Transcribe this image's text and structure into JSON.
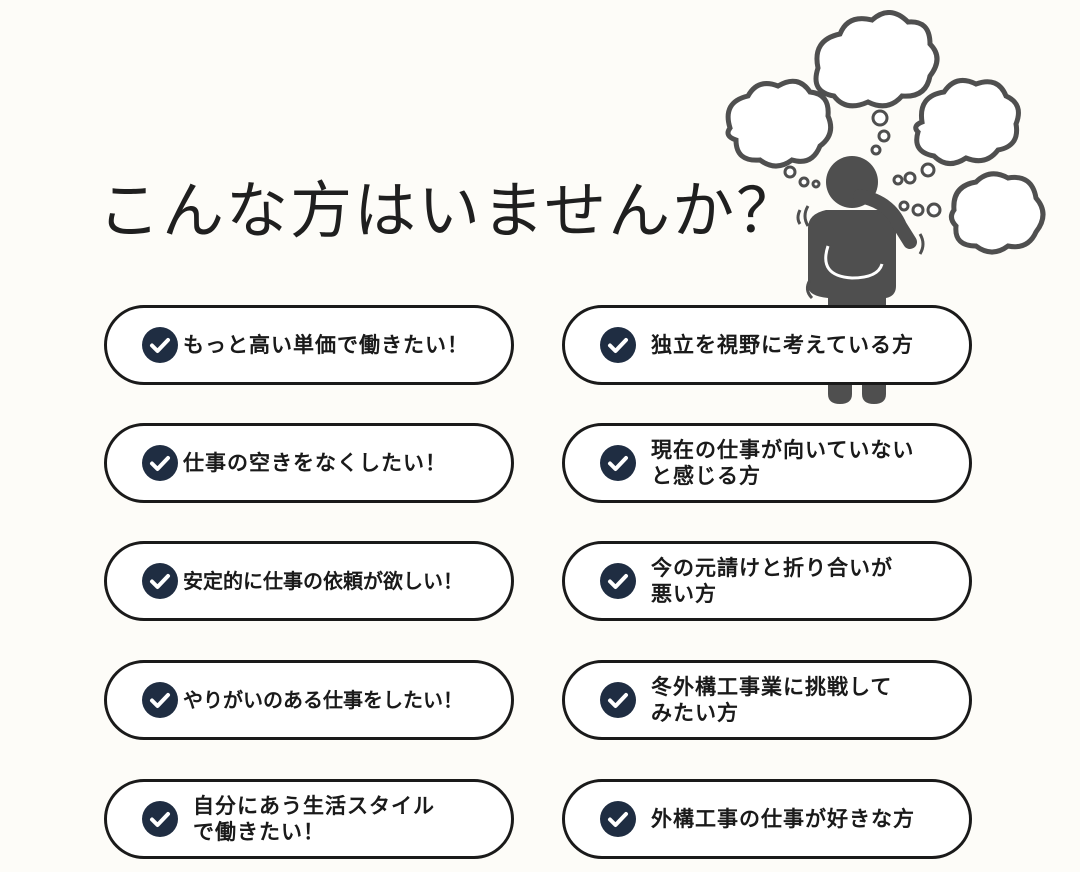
{
  "title": "こんな方はいませんか？",
  "colors": {
    "background": "#fdfcf8",
    "check": "#1f2d42",
    "figure": "#4f4f4f",
    "border": "#1a1a1a"
  },
  "left_items": [
    {
      "lines": [
        "もっと高い単価で働きたい！"
      ]
    },
    {
      "lines": [
        "仕事の空きをなくしたい！"
      ]
    },
    {
      "lines": [
        "安定的に仕事の依頼が欲しい！"
      ]
    },
    {
      "lines": [
        "やりがいのある仕事をしたい！"
      ]
    },
    {
      "lines": [
        "自分にあう生活スタイル",
        "で働きたい！"
      ]
    }
  ],
  "right_items": [
    {
      "lines": [
        "独立を視野に考えている方"
      ]
    },
    {
      "lines": [
        "現在の仕事が向いていない",
        "と感じる方"
      ]
    },
    {
      "lines": [
        "今の元請けと折り合いが",
        "悪い方"
      ]
    },
    {
      "lines": [
        "冬外構工事業に挑戦して",
        "みたい方"
      ]
    },
    {
      "lines": [
        "外構工事の仕事が好きな方"
      ]
    }
  ],
  "icons": {
    "check": "check-circle-icon",
    "illustration": "thinking-person-icon"
  }
}
